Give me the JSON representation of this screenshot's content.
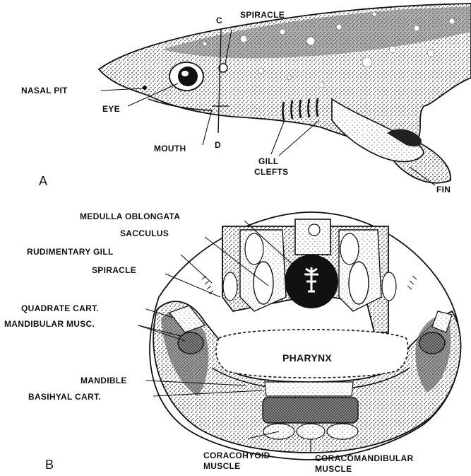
{
  "panel_a": {
    "letter": "A",
    "labels": {
      "c": "C",
      "d": "D",
      "spiracle": "SPIRACLE",
      "nasal_pit": "NASAL PIT",
      "eye": "EYE",
      "mouth": "MOUTH",
      "gill": "GILL",
      "clefts": "CLEFTS",
      "fin": "FIN"
    }
  },
  "panel_b": {
    "letter": "B",
    "labels": {
      "medulla": "MEDULLA OBLONGATA",
      "sacculus": "SACCULUS",
      "rudimentary_gill": "RUDIMENTARY GILL",
      "spiracle": "SPIRACLE",
      "quadrate": "QUADRATE CART.",
      "mandibular_musc": "MANDIBULAR MUSC.",
      "pharynx": "PHARYNX",
      "mandible": "MANDIBLE",
      "basihyal": "BASIHYAL CART.",
      "coracohyoid_1": "CORACOHYOID",
      "coracohyoid_2": "MUSCLE",
      "coracomandibular_1": "CORACOMANDIBULAR",
      "coracomandibular_2": "MUSCLE"
    }
  }
}
